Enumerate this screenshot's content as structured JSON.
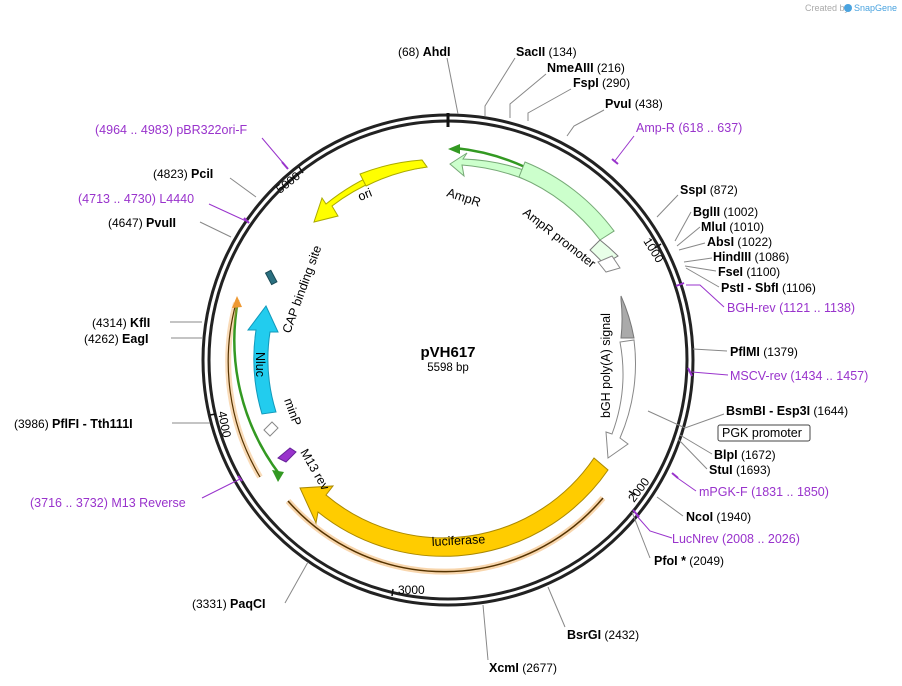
{
  "credit": {
    "prefix": "Created by",
    "brand": "SnapGene"
  },
  "plasmid": {
    "name": "pVH617",
    "length_label": "5598 bp",
    "length": 5598
  },
  "ticks": [
    "1000",
    "2000",
    "3000",
    "4000",
    "5000"
  ],
  "enzymes": [
    {
      "name": "AhdI",
      "pos": "68",
      "order": "pos-name"
    },
    {
      "name": "SacII",
      "pos": "134",
      "order": "name-pos"
    },
    {
      "name": "NmeAIII",
      "pos": "216",
      "order": "name-pos"
    },
    {
      "name": "FspI",
      "pos": "290",
      "order": "name-pos"
    },
    {
      "name": "PvuI",
      "pos": "438",
      "order": "name-pos"
    },
    {
      "name": "SspI",
      "pos": "872",
      "order": "name-pos"
    },
    {
      "name": "BglII",
      "pos": "1002",
      "order": "name-pos"
    },
    {
      "name": "MluI",
      "pos": "1010",
      "order": "name-pos"
    },
    {
      "name": "AbsI",
      "pos": "1022",
      "order": "name-pos"
    },
    {
      "name": "HindIII",
      "pos": "1086",
      "order": "name-pos"
    },
    {
      "name": "FseI",
      "pos": "1100",
      "order": "name-pos"
    },
    {
      "name": "PstI - SbfI",
      "pos": "1106",
      "order": "name-pos"
    },
    {
      "name": "PflMI",
      "pos": "1379",
      "order": "name-pos"
    },
    {
      "name": "BsmBI - Esp3I",
      "pos": "1644",
      "order": "name-pos"
    },
    {
      "name": "BlpI",
      "pos": "1672",
      "order": "name-pos"
    },
    {
      "name": "StuI",
      "pos": "1693",
      "order": "name-pos"
    },
    {
      "name": "NcoI",
      "pos": "1940",
      "order": "name-pos"
    },
    {
      "name": "PfoI *",
      "pos": "2049",
      "order": "name-pos"
    },
    {
      "name": "BsrGI",
      "pos": "2432",
      "order": "name-pos"
    },
    {
      "name": "XcmI",
      "pos": "2677",
      "order": "name-pos"
    },
    {
      "name": "PaqCI",
      "pos": "3331",
      "order": "pos-name"
    },
    {
      "name": "PflFI - Tth111I",
      "pos": "3986",
      "order": "pos-name"
    },
    {
      "name": "EagI",
      "pos": "4262",
      "order": "pos-name"
    },
    {
      "name": "KflI",
      "pos": "4314",
      "order": "pos-name"
    },
    {
      "name": "PvuII",
      "pos": "4647",
      "order": "pos-name"
    },
    {
      "name": "PciI",
      "pos": "4823",
      "order": "pos-name"
    }
  ],
  "primers": [
    {
      "name": "Amp-R",
      "range": "618 .. 637",
      "order": "name-range"
    },
    {
      "name": "BGH-rev",
      "range": "1121 .. 1138",
      "order": "name-range"
    },
    {
      "name": "MSCV-rev",
      "range": "1434 .. 1457",
      "order": "name-range"
    },
    {
      "name": "mPGK-F",
      "range": "1831 .. 1850",
      "order": "name-range"
    },
    {
      "name": "LucNrev",
      "range": "2008 .. 2026",
      "order": "name-range"
    },
    {
      "name": "M13 Reverse",
      "range": "3716 .. 3732",
      "order": "range-name"
    },
    {
      "name": "L4440",
      "range": "4713 .. 4730",
      "order": "range-name"
    },
    {
      "name": "pBR322ori-F",
      "range": "4964 .. 4983",
      "order": "range-name"
    }
  ],
  "features": [
    {
      "id": "ampr",
      "label": "AmpR",
      "color": "#ccffcc",
      "stroke": "#77aa77"
    },
    {
      "id": "ampr-promoter",
      "label": "AmpR promoter",
      "color": "#ffffff",
      "stroke": "#888888"
    },
    {
      "id": "bgh",
      "label": "bGH poly(A) signal",
      "color": "#aaaaaa",
      "stroke": "#777777"
    },
    {
      "id": "pgk",
      "label": "PGK promoter",
      "color": "#ffffff",
      "stroke": "#888888"
    },
    {
      "id": "luciferase",
      "label": "luciferase",
      "color": "#ffcc00",
      "stroke": "#aa8800"
    },
    {
      "id": "m13rev",
      "label": "M13 rev",
      "color": "#9933cc",
      "stroke": "#662299"
    },
    {
      "id": "minp",
      "label": "minP",
      "color": "#ffffff",
      "stroke": "#888888"
    },
    {
      "id": "nluc",
      "label": "Nluc",
      "color": "#22ccee",
      "stroke": "#1199bb"
    },
    {
      "id": "cap",
      "label": "CAP binding site",
      "color": "#2a7080",
      "stroke": "#1a4a55"
    },
    {
      "id": "ori",
      "label": "ori",
      "color": "#ffff00",
      "stroke": "#aaaa00"
    }
  ],
  "colors": {
    "primer": "#9933cc",
    "orf_green": "#339922",
    "orf_orange": "#ee9933",
    "backbone": "#222222"
  }
}
